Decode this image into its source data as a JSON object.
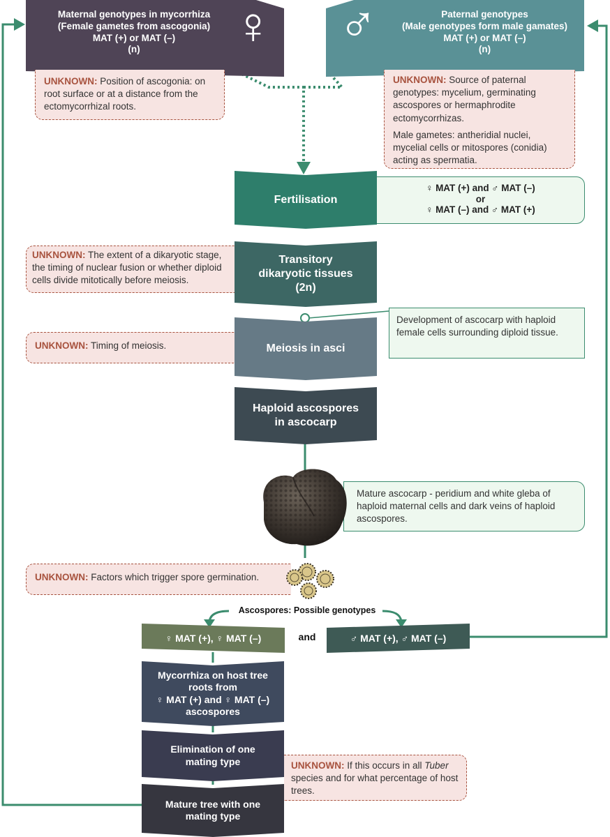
{
  "maternal": {
    "lines": [
      "Maternal genotypes in mycorrhiza",
      "(Female gametes from ascogonia)",
      "MAT (+) or MAT (–)",
      "(n)"
    ],
    "symbol": "♀",
    "color": "#4f4456"
  },
  "paternal": {
    "lines": [
      "Paternal genotypes",
      "(Male genotypes form male gamates)",
      "MAT (+) or MAT (–)",
      "(n)"
    ],
    "symbol": "♂",
    "color": "#5a9196"
  },
  "unknowns": {
    "u1": {
      "label": "UNKNOWN:",
      "text": " Position of ascogonia: on root surface or at a distance from the ectomycorrhizal roots."
    },
    "u2": {
      "label": "UNKNOWN:",
      "text": " Source of paternal genotypes: mycelium, germinating ascospores or hermaphrodite ectomycorrhizas.",
      "text2": "Male gametes: antheridial nuclei, mycelial cells or mitospores (conidia) acting as spermatia."
    },
    "u3": {
      "label": "UNKNOWN:",
      "text": " The extent of a dikaryotic stage, the timing of nuclear fusion or whether diploid cells divide mitotically before meiosis."
    },
    "u4": {
      "label": "UNKNOWN:",
      "text": " Timing of meiosis."
    },
    "u5": {
      "label": "UNKNOWN:",
      "text": " Factors which trigger spore germination."
    },
    "u6": {
      "label": "UNKNOWN:",
      "text_before": " If this occurs in all ",
      "italic": "Tuber",
      "text_after": " species and for what percentage of host trees."
    }
  },
  "steps": {
    "fertilisation": {
      "label": "Fertilisation",
      "color": "#2e7e6b"
    },
    "dikaryotic": {
      "lines": [
        "Transitory",
        "dikaryotic tissues",
        "(2n)"
      ],
      "color": "#3d6764"
    },
    "meiosis": {
      "label": "Meiosis in asci",
      "color": "#667a86"
    },
    "haploid": {
      "lines": [
        "Haploid ascospores",
        "in ascocarp"
      ],
      "color": "#3d4a52"
    }
  },
  "fert_note": {
    "line1": "♀ MAT (+) and ♂ MAT (–)",
    "line2": "or",
    "line3": "♀ MAT (–) and ♂ MAT (+)"
  },
  "notes": {
    "ascocarp_dev": "Development of ascocarp with haploid female cells surrounding diploid tissue.",
    "mature_ascocarp": "Mature ascocarp - peridium and white gleba of haploid maternal cells and dark veins of haploid ascospores."
  },
  "genotypes": {
    "heading": "Ascospores: Possible genotypes",
    "female": "♀ MAT (+),  ♀ MAT (–)",
    "and": "and",
    "male": "♂ MAT (+),  ♂ MAT (–)",
    "female_color": "#6b7a5a",
    "male_color": "#3e5a55"
  },
  "lower": {
    "mycorrhiza": {
      "lines": [
        "Mycorrhiza on host tree",
        "roots from",
        "♀ MAT (+) and  ♀ MAT (–)",
        "ascospores"
      ],
      "color": "#3f4a5e"
    },
    "elimination": {
      "lines": [
        "Elimination of one",
        "mating type"
      ],
      "color": "#3a3c50"
    },
    "mature_tree": {
      "lines": [
        "Mature tree with one",
        "mating type"
      ],
      "color": "#36363f"
    }
  },
  "colors": {
    "arrow": "#3b8c6e",
    "unknown_border": "#a8533f",
    "unknown_bg": "#f7e4e2",
    "note_bg": "#eef8ef"
  }
}
